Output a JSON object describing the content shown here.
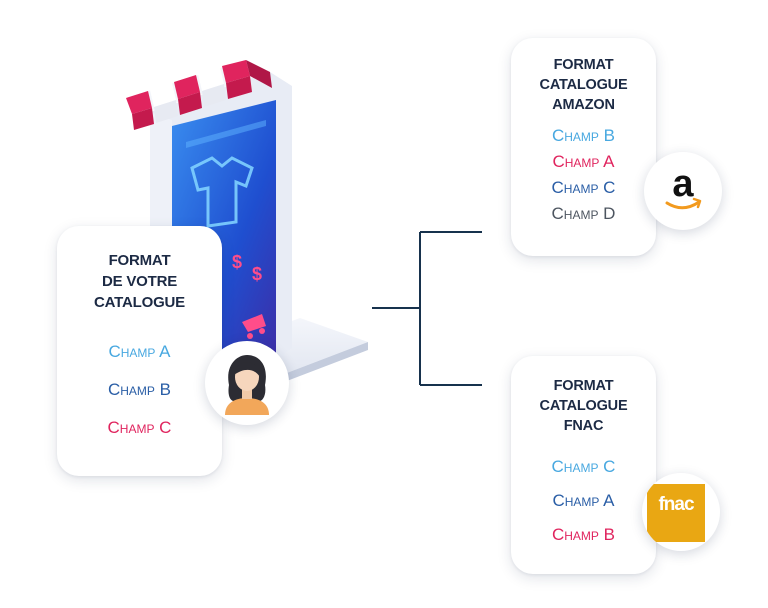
{
  "source": {
    "title_lines": [
      "FORMAT",
      "DE VOTRE",
      "CATALOGUE"
    ],
    "fields": [
      {
        "label": "Champ A",
        "color": "#48a8e0"
      },
      {
        "label": "Champ B",
        "color": "#2a5ea6"
      },
      {
        "label": "Champ C",
        "color": "#e0245e"
      }
    ],
    "badge_icon": "user-avatar-icon"
  },
  "amazon": {
    "title_lines": [
      "FORMAT",
      "CATALOGUE",
      "AMAZON"
    ],
    "fields": [
      {
        "label": "Champ B",
        "color": "#48a8e0"
      },
      {
        "label": "Champ A",
        "color": "#e0245e"
      },
      {
        "label": "Champ C",
        "color": "#2a5ea6"
      },
      {
        "label": "Champ D",
        "color": "#4d5560"
      }
    ],
    "logo_text": "a",
    "badge_icon": "amazon-logo-icon"
  },
  "fnac": {
    "title_lines": [
      "FORMAT",
      "CATALOGUE",
      "FNAC"
    ],
    "fields": [
      {
        "label": "Champ C",
        "color": "#48a8e0"
      },
      {
        "label": "Champ A",
        "color": "#2a5ea6"
      },
      {
        "label": "Champ B",
        "color": "#e0245e"
      }
    ],
    "logo_text": "fnac",
    "badge_icon": "fnac-logo-icon"
  },
  "colors": {
    "connector": "#17324d",
    "awning_pink": "#e0245e",
    "screen_blue": "#1f4fd0"
  },
  "illustration_icons": [
    "shop-stand-icon",
    "tshirt-icon",
    "dollar-icon",
    "shopping-cart-icon"
  ]
}
